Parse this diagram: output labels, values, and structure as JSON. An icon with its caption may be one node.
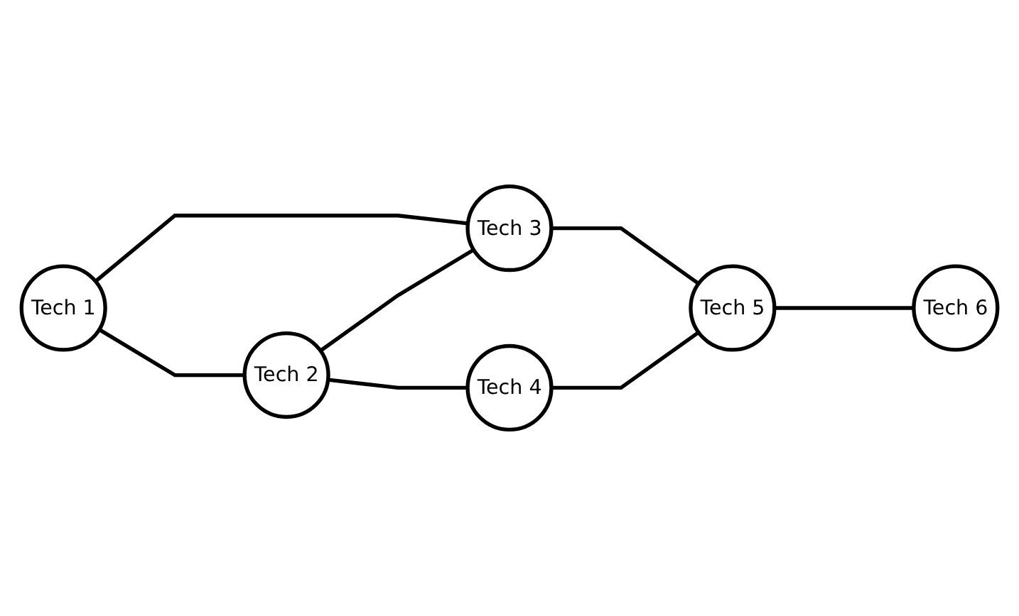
{
  "diagram": {
    "nodes": [
      {
        "text": [
          "Tech 1"
        ]
      },
      {
        "text": [
          "Tech 2"
        ]
      },
      {
        "text": [
          "Tech 3"
        ]
      },
      {
        "text": [
          "Tech 4"
        ]
      },
      {
        "text": [
          "Tech 5"
        ]
      },
      {
        "text": [
          "Tech 6"
        ]
      }
    ],
    "edges": [
      {
        "from": 0,
        "to": 2,
        "arrow": "none"
      },
      {
        "from": 2,
        "to": 4,
        "arrow": "none"
      },
      {
        "from": 0,
        "to": 1,
        "arrow": "none"
      },
      {
        "from": 1,
        "to": 2,
        "arrow": "none"
      },
      {
        "from": 1,
        "to": 3,
        "arrow": "none"
      },
      {
        "from": 3,
        "to": 4,
        "arrow": "none"
      },
      {
        "from": 4,
        "to": 5,
        "arrow": "none"
      }
    ]
  }
}
